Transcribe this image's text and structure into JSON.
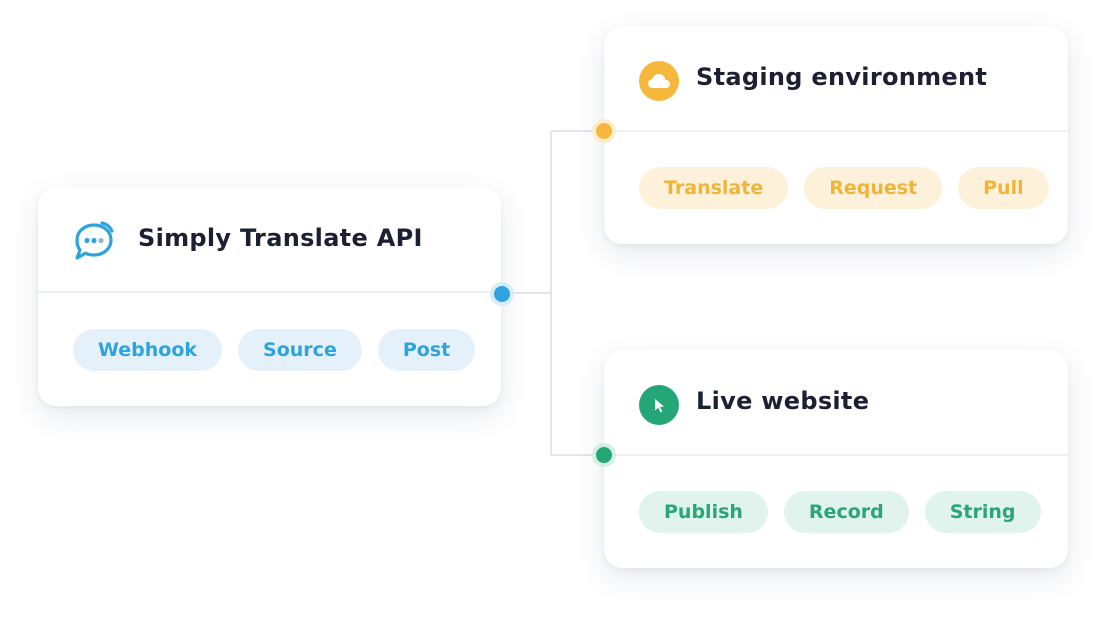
{
  "colors": {
    "blue": "#2fa3dd",
    "yellow": "#f0b538",
    "green": "#2aa676",
    "line": "#e3e6ec"
  },
  "source_card": {
    "title": "Simply Translate API",
    "icon": "chat-bubble-icon",
    "tags": [
      "Webhook",
      "Source",
      "Post"
    ]
  },
  "staging_card": {
    "title": "Staging environment",
    "icon": "cloud-icon",
    "tags": [
      "Translate",
      "Request",
      "Pull"
    ]
  },
  "live_card": {
    "title": "Live website",
    "icon": "cursor-icon",
    "tags": [
      "Publish",
      "Record",
      "String"
    ]
  }
}
